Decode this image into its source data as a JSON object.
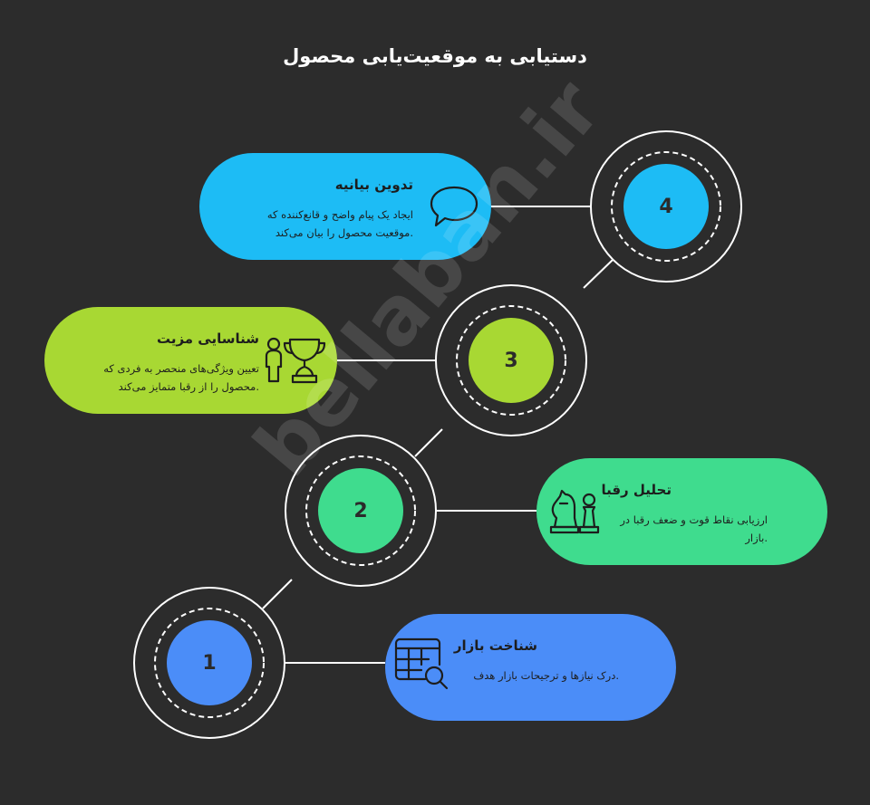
{
  "title": "دستیابی به موقعیت‌یابی محصول",
  "watermark": "bellaban.ir",
  "steps": [
    {
      "number": "1",
      "title": "شناخت بازار",
      "desc": [
        ".درک نیازها و ترجیحات بازار هدف"
      ],
      "icon": "table-search-icon",
      "color": "#4b8df8"
    },
    {
      "number": "2",
      "title": "تحلیل رقبا",
      "desc": [
        "ارزیابی نقاط قوت و ضعف رقبا در",
        ".بازار"
      ],
      "icon": "chess-pieces-icon",
      "color": "#3fdc8e"
    },
    {
      "number": "3",
      "title": "شناسایی مزیت",
      "desc": [
        "تعیین ویژگی‌های منحصر به فردی که",
        ".محصول را از رقبا متمایز می‌کند"
      ],
      "icon": "person-trophy-icon",
      "color": "#a8d833"
    },
    {
      "number": "4",
      "title": "تدوین بیانیه",
      "desc": [
        "ایجاد یک پیام واضح و قانع‌کننده که",
        ".موقعیت محصول را بیان می‌کند"
      ],
      "icon": "speech-bubble-icon",
      "color": "#1dbcf5"
    }
  ]
}
